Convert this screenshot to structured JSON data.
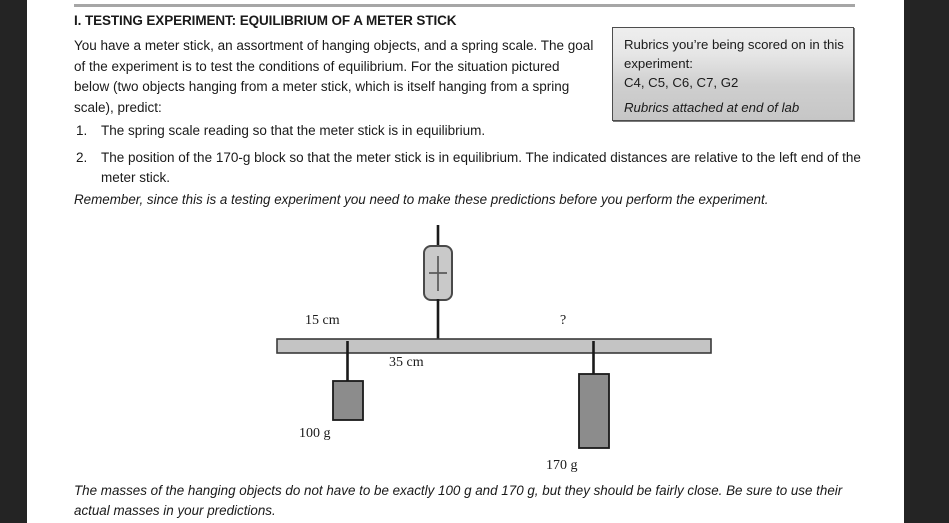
{
  "page": {
    "section_title": "I. TESTING EXPERIMENT: EQUILIBRIUM OF A METER STICK",
    "intro_paragraph": "You have a meter stick, an assortment of hanging objects, and a spring scale. The goal of the experiment is to test the conditions of equilibrium. For the situation pictured below (two objects hanging from a meter stick, which is itself hanging from a spring scale), predict:",
    "numbered_items": [
      {
        "number": "1.",
        "text": "The spring scale reading so that the meter stick is in equilibrium."
      },
      {
        "number": "2.",
        "text": "The position of the 170-g block so that the meter stick is in equilibrium. The indicated distances are relative to the left end of the meter stick."
      }
    ],
    "reminder_note": "Remember, since this is a testing experiment you need to make these predictions before you perform the experiment.",
    "bottom_note": "The masses of the hanging objects do not have to be exactly 100 g and 170 g, but they should be fairly close. Be sure to use their actual masses in your predictions."
  },
  "rubric_box": {
    "line1": "Rubrics you’re being scored on in this experiment:",
    "line2": "C4, C5, C6, C7, G2",
    "line3": "Rubrics attached at end of lab"
  },
  "diagram": {
    "label_left_distance": "15 cm",
    "label_right_distance": "?",
    "label_center_distance": "35 cm",
    "label_left_mass": "100 g",
    "label_right_mass": "170 g",
    "colors": {
      "meter_stick_fill": "#c4c4c4",
      "block_fill": "#8c8c8c",
      "spring_scale_fill": "#c9c9c9",
      "stroke": "#1a1a1a"
    }
  }
}
